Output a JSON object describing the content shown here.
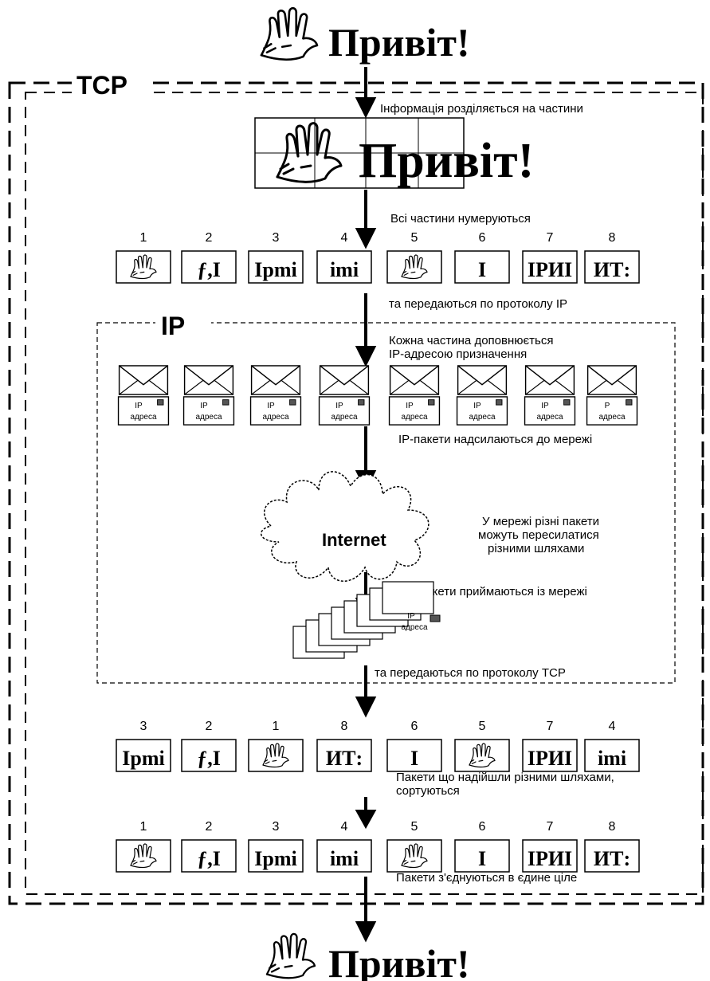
{
  "greeting": "Привіт!",
  "tcp_label": "TCP",
  "ip_label": "IP",
  "internet_label": "Internet",
  "steps": {
    "split": "Інформація розділяється на частини",
    "numbered": "Всі частини нумеруються",
    "passed_ip": "та передаються по протоколу IP",
    "addressed_1": "Кожна частина доповнюється",
    "addressed_2": "IP-адресою призначення",
    "sent": "IP-пакети надсилаються до мережі",
    "routes_1": "У мережі різні пакети",
    "routes_2": "можуть пересилатися",
    "routes_3": "різними шляхами",
    "received": "IP-пакети приймаються із мережі",
    "passed_tcp": "та передаються по протоколу TCP",
    "sorted_1": "Пакети що надійшли різними шляхами,",
    "sorted_2": "сортуються",
    "joined": "Пакети з'єднуються в єдине ціле"
  },
  "row1_numbers": [
    "1",
    "2",
    "3",
    "4",
    "5",
    "6",
    "7",
    "8"
  ],
  "row1_fragments": [
    "(hand)",
    "ƒ,I",
    "Ipmi",
    "imi",
    "(hand)",
    "I",
    "IPИI",
    "ИТ:"
  ],
  "envelope_address": [
    "IP адреса",
    "IP адреса",
    "IP адреса",
    "IP адреса",
    "IP адреса",
    "IP адреса",
    "IP адреса",
    "P адреса"
  ],
  "stack_address": "IP адреса",
  "row2_numbers": [
    "3",
    "2",
    "1",
    "8",
    "6",
    "5",
    "7",
    "4"
  ],
  "row3_numbers": [
    "1",
    "2",
    "3",
    "4",
    "5",
    "6",
    "7",
    "8"
  ]
}
